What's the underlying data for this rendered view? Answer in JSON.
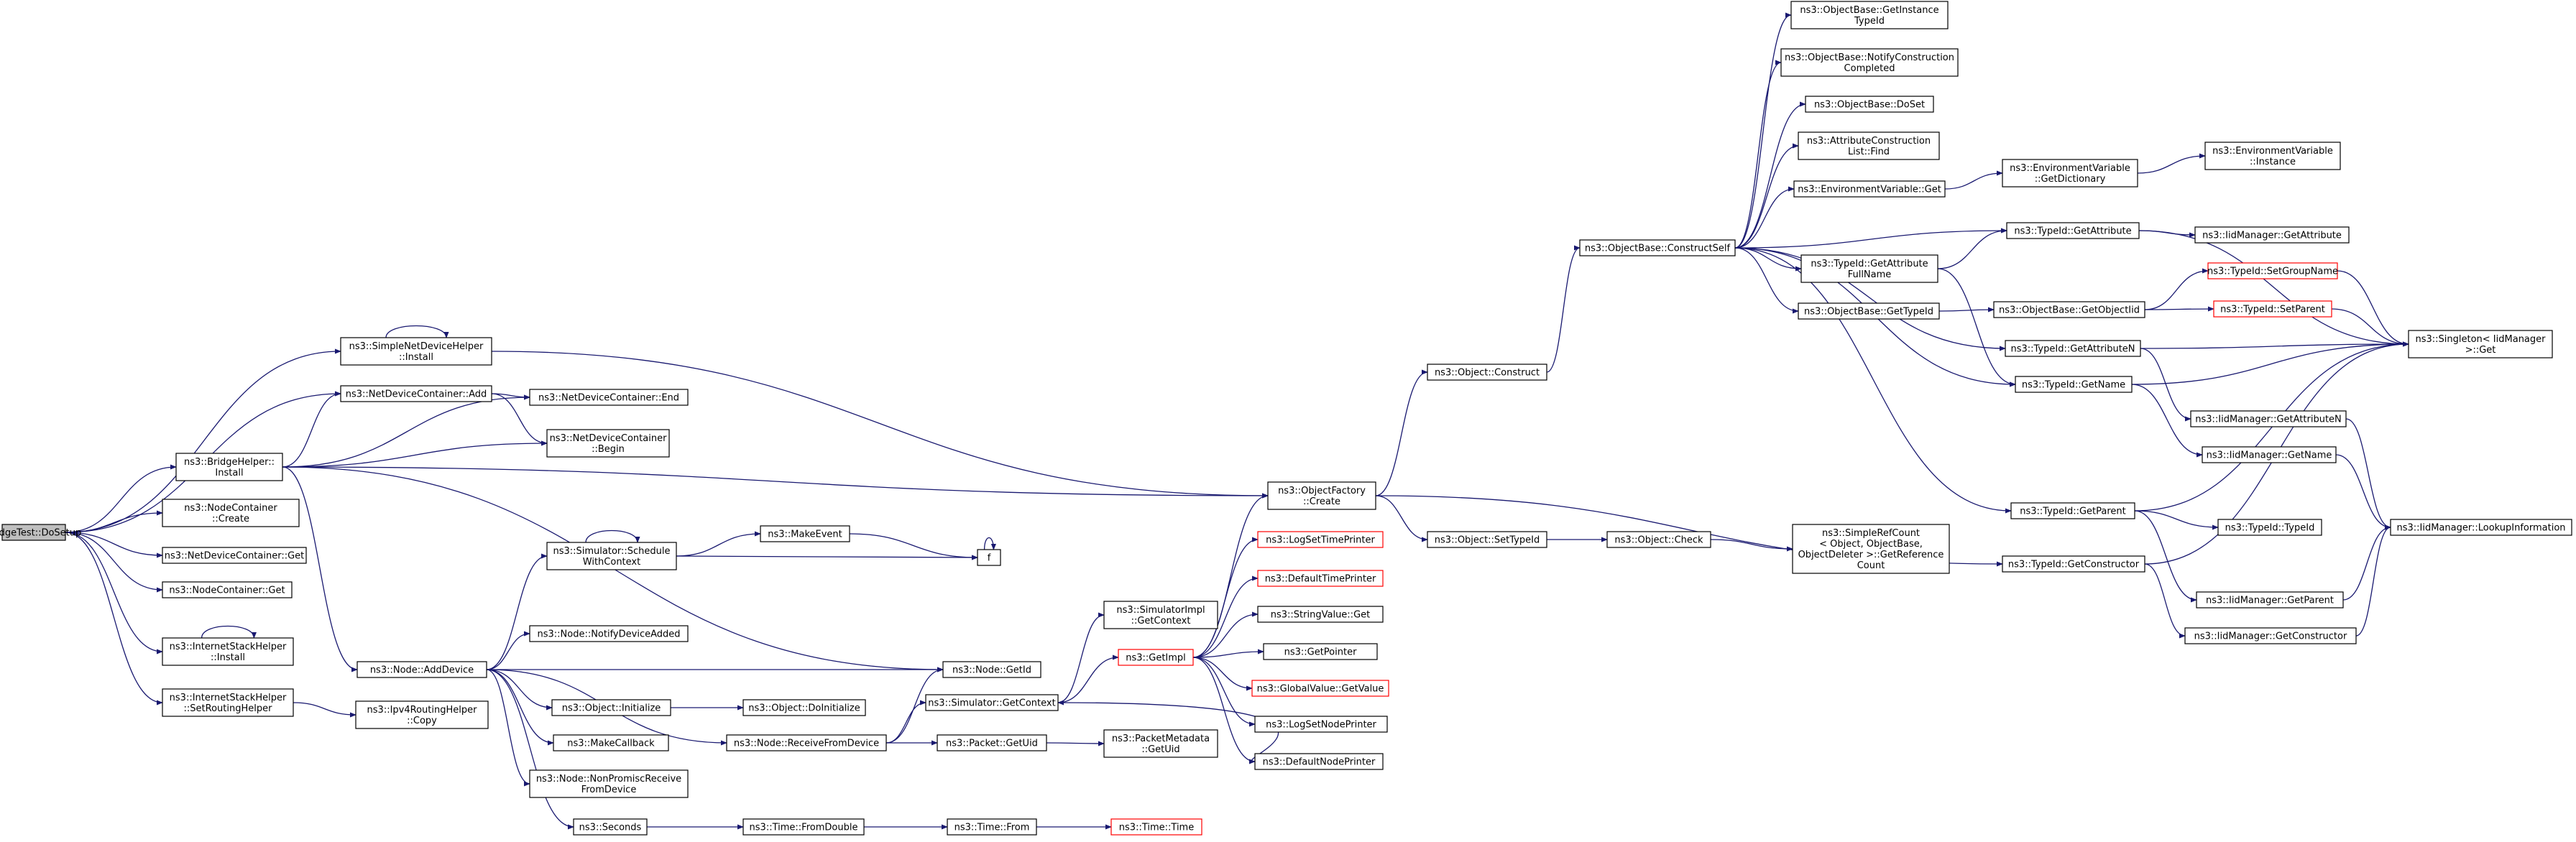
{
  "graph": {
    "edge_color": "#191970",
    "truncated_color": "#ff0000",
    "nodes": [
      {
        "id": "root",
        "lines": [
          "BridgeTest::DoSetup"
        ],
        "root": true
      },
      {
        "id": "sndh_install",
        "lines": [
          "ns3::SimpleNetDeviceHelper",
          "::Install"
        ]
      },
      {
        "id": "ndc_add",
        "lines": [
          "ns3::NetDeviceContainer::Add"
        ]
      },
      {
        "id": "bh_install",
        "lines": [
          "ns3::BridgeHelper::",
          "Install"
        ]
      },
      {
        "id": "nc_create",
        "lines": [
          "ns3::NodeContainer",
          "::Create"
        ]
      },
      {
        "id": "ndc_get",
        "lines": [
          "ns3::NetDeviceContainer::Get"
        ]
      },
      {
        "id": "nc_get",
        "lines": [
          "ns3::NodeContainer::Get"
        ]
      },
      {
        "id": "ish_install",
        "lines": [
          "ns3::InternetStackHelper",
          "::Install"
        ]
      },
      {
        "id": "ish_setrouting",
        "lines": [
          "ns3::InternetStackHelper",
          "::SetRoutingHelper"
        ]
      },
      {
        "id": "ndc_end",
        "lines": [
          "ns3::NetDeviceContainer::End"
        ]
      },
      {
        "id": "ndc_begin",
        "lines": [
          "ns3::NetDeviceContainer",
          "::Begin"
        ]
      },
      {
        "id": "node_adddevice",
        "lines": [
          "ns3::Node::AddDevice"
        ]
      },
      {
        "id": "ipv4rh_copy",
        "lines": [
          "ns3::Ipv4RoutingHelper",
          "::Copy"
        ]
      },
      {
        "id": "sim_schedwc",
        "lines": [
          "ns3::Simulator::Schedule",
          "WithContext"
        ]
      },
      {
        "id": "node_notify",
        "lines": [
          "ns3::Node::NotifyDeviceAdded"
        ]
      },
      {
        "id": "obj_init",
        "lines": [
          "ns3::Object::Initialize"
        ]
      },
      {
        "id": "makecallback",
        "lines": [
          "ns3::MakeCallback"
        ]
      },
      {
        "id": "node_nonprom",
        "lines": [
          "ns3::Node::NonPromiscReceive",
          "FromDevice"
        ]
      },
      {
        "id": "seconds",
        "lines": [
          "ns3::Seconds"
        ]
      },
      {
        "id": "makeevent",
        "lines": [
          "ns3::MakeEvent"
        ]
      },
      {
        "id": "f",
        "lines": [
          "f"
        ]
      },
      {
        "id": "node_getid",
        "lines": [
          "ns3::Node::GetId"
        ]
      },
      {
        "id": "obj_doinit",
        "lines": [
          "ns3::Object::DoInitialize"
        ]
      },
      {
        "id": "node_recv",
        "lines": [
          "ns3::Node::ReceiveFromDevice"
        ]
      },
      {
        "id": "sim_getctx",
        "lines": [
          "ns3::Simulator::GetContext"
        ]
      },
      {
        "id": "pkt_getuid",
        "lines": [
          "ns3::Packet::GetUid"
        ]
      },
      {
        "id": "time_fromdouble",
        "lines": [
          "ns3::Time::FromDouble"
        ]
      },
      {
        "id": "time_from",
        "lines": [
          "ns3::Time::From"
        ]
      },
      {
        "id": "time_time",
        "lines": [
          "ns3::Time::Time"
        ],
        "red": true
      },
      {
        "id": "simimpl_getctx",
        "lines": [
          "ns3::SimulatorImpl",
          "::GetContext"
        ]
      },
      {
        "id": "getimpl",
        "lines": [
          "ns3::GetImpl"
        ],
        "red": true
      },
      {
        "id": "pktmeta_getuid",
        "lines": [
          "ns3::PacketMetadata",
          "::GetUid"
        ]
      },
      {
        "id": "of_create",
        "lines": [
          "ns3::ObjectFactory",
          "::Create"
        ]
      },
      {
        "id": "logsettime",
        "lines": [
          "ns3::LogSetTimePrinter"
        ],
        "red": true
      },
      {
        "id": "defaulttime",
        "lines": [
          "ns3::DefaultTimePrinter"
        ],
        "red": true
      },
      {
        "id": "stringvalue_get",
        "lines": [
          "ns3::StringValue::Get"
        ]
      },
      {
        "id": "getpointer",
        "lines": [
          "ns3::GetPointer"
        ]
      },
      {
        "id": "globalvalue",
        "lines": [
          "ns3::GlobalValue::GetValue"
        ],
        "red": true
      },
      {
        "id": "logsetnode",
        "lines": [
          "ns3::LogSetNodePrinter"
        ]
      },
      {
        "id": "defaultnode",
        "lines": [
          "ns3::DefaultNodePrinter"
        ]
      },
      {
        "id": "obj_construct",
        "lines": [
          "ns3::Object::Construct"
        ]
      },
      {
        "id": "obj_settypeid",
        "lines": [
          "ns3::Object::SetTypeId"
        ]
      },
      {
        "id": "obj_check",
        "lines": [
          "ns3::Object::Check"
        ]
      },
      {
        "id": "simplerefcount",
        "lines": [
          "ns3::SimpleRefCount",
          "< Object, ObjectBase,",
          "ObjectDeleter >::GetReference",
          "Count"
        ]
      },
      {
        "id": "ob_constructself",
        "lines": [
          "ns3::ObjectBase::ConstructSelf"
        ]
      },
      {
        "id": "ob_getinstance",
        "lines": [
          "ns3::ObjectBase::GetInstance",
          "TypeId"
        ]
      },
      {
        "id": "ob_notify",
        "lines": [
          "ns3::ObjectBase::NotifyConstruction",
          "Completed"
        ]
      },
      {
        "id": "ob_doset",
        "lines": [
          "ns3::ObjectBase::DoSet"
        ]
      },
      {
        "id": "acl_find",
        "lines": [
          "ns3::AttributeConstruction",
          "List::Find"
        ]
      },
      {
        "id": "envvar_get",
        "lines": [
          "ns3::EnvironmentVariable::Get"
        ]
      },
      {
        "id": "envvar_getdict",
        "lines": [
          "ns3::EnvironmentVariable",
          "::GetDictionary"
        ]
      },
      {
        "id": "envvar_instance",
        "lines": [
          "ns3::EnvironmentVariable",
          "::Instance"
        ]
      },
      {
        "id": "tid_getattrfull",
        "lines": [
          "ns3::TypeId::GetAttribute",
          "FullName"
        ]
      },
      {
        "id": "tid_getattribute",
        "lines": [
          "ns3::TypeId::GetAttribute"
        ]
      },
      {
        "id": "iidm_getattribute",
        "lines": [
          "ns3::IidManager::GetAttribute"
        ]
      },
      {
        "id": "ob_gettypeid",
        "lines": [
          "ns3::ObjectBase::GetTypeId"
        ]
      },
      {
        "id": "ob_getobjectiid",
        "lines": [
          "ns3::ObjectBase::GetObjectIid"
        ]
      },
      {
        "id": "tid_setgroupname",
        "lines": [
          "ns3::TypeId::SetGroupName"
        ],
        "red": true
      },
      {
        "id": "tid_setparent",
        "lines": [
          "ns3::TypeId::SetParent"
        ],
        "red": true
      },
      {
        "id": "tid_getattributen",
        "lines": [
          "ns3::TypeId::GetAttributeN"
        ]
      },
      {
        "id": "tid_getname",
        "lines": [
          "ns3::TypeId::GetName"
        ]
      },
      {
        "id": "singleton_get",
        "lines": [
          "ns3::Singleton< IidManager",
          ">::Get"
        ]
      },
      {
        "id": "iidm_getattributen",
        "lines": [
          "ns3::IidManager::GetAttributeN"
        ]
      },
      {
        "id": "iidm_getname",
        "lines": [
          "ns3::IidManager::GetName"
        ]
      },
      {
        "id": "tid_getparent",
        "lines": [
          "ns3::TypeId::GetParent"
        ]
      },
      {
        "id": "tid_typeid",
        "lines": [
          "ns3::TypeId::TypeId"
        ]
      },
      {
        "id": "iidm_lookup",
        "lines": [
          "ns3::IidManager::LookupInformation"
        ]
      },
      {
        "id": "tid_getconstructor",
        "lines": [
          "ns3::TypeId::GetConstructor"
        ]
      },
      {
        "id": "iidm_getparent",
        "lines": [
          "ns3::IidManager::GetParent"
        ]
      },
      {
        "id": "iidm_getconstructor",
        "lines": [
          "ns3::IidManager::GetConstructor"
        ]
      }
    ]
  }
}
